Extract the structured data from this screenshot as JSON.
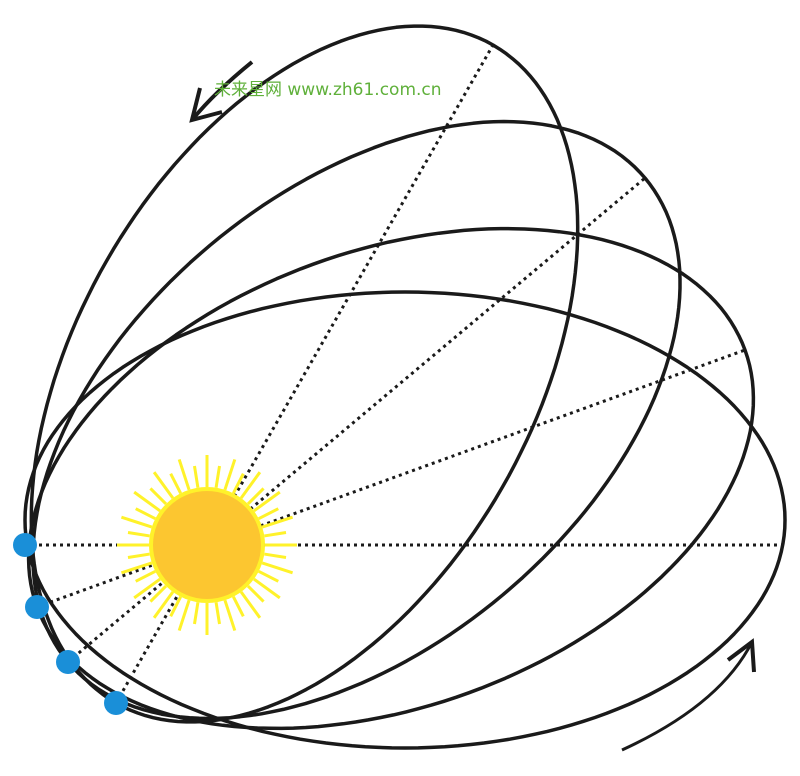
{
  "watermark": "未来星网 www.zh61.com.cn",
  "colors": {
    "orbit": "#1a1a1a",
    "sun": "#fcc630",
    "rays": "#fff22a",
    "planet": "#1a8fd8",
    "watermark": "#5fb03a"
  },
  "orbits": [
    {
      "perihelion": [
        25,
        545
      ],
      "aphelion": [
        785,
        545
      ]
    },
    {
      "perihelion": [
        37,
        607
      ],
      "aphelion": [
        745,
        350
      ]
    },
    {
      "perihelion": [
        68,
        662
      ],
      "aphelion": [
        645,
        178
      ]
    },
    {
      "perihelion": [
        116,
        703
      ],
      "aphelion": [
        493,
        45
      ]
    }
  ]
}
